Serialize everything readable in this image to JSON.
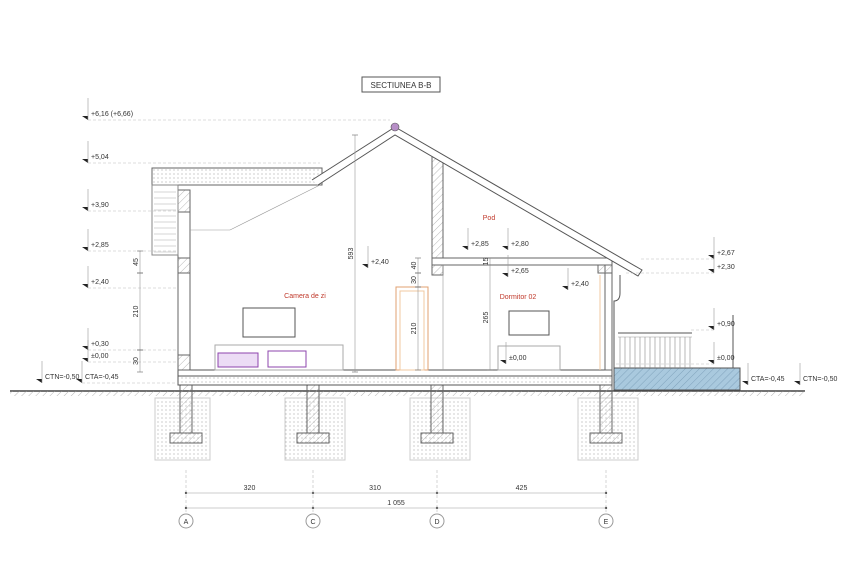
{
  "title": "SECTIUNEA B-B",
  "rooms": {
    "living": "Camera de zi",
    "attic": "Pod",
    "bedroom": "Dormitor 02"
  },
  "levels_left": [
    "+6,16 (+6,66)",
    "+5,04",
    "+3,90",
    "+2,85",
    "+2,40",
    "+0,30",
    "±0,00",
    "CTA=-0,45",
    "CTN=-0,50"
  ],
  "levels_right": [
    "+2,67",
    "+2,30",
    "+0,90",
    "±0,00",
    "CTA=-0,45",
    "CTN=-0,50"
  ],
  "levels_inner": [
    "+2,40",
    "+2,85",
    "+2,80",
    "+2,65",
    "+2,40",
    "±0,00"
  ],
  "dims_vertical": [
    "45",
    "210",
    "30",
    "593",
    "40",
    "30",
    "210",
    "15",
    "265"
  ],
  "dims_horizontal": {
    "spans": [
      "320",
      "310",
      "425"
    ],
    "total": "1 055"
  },
  "axes": [
    "A",
    "C",
    "D",
    "E"
  ],
  "colors": {
    "room_label": "#c0392b",
    "terrace_fill": "#a9c9de",
    "furniture_accent": "#8e44ad",
    "door_frame": "#e0a070"
  }
}
